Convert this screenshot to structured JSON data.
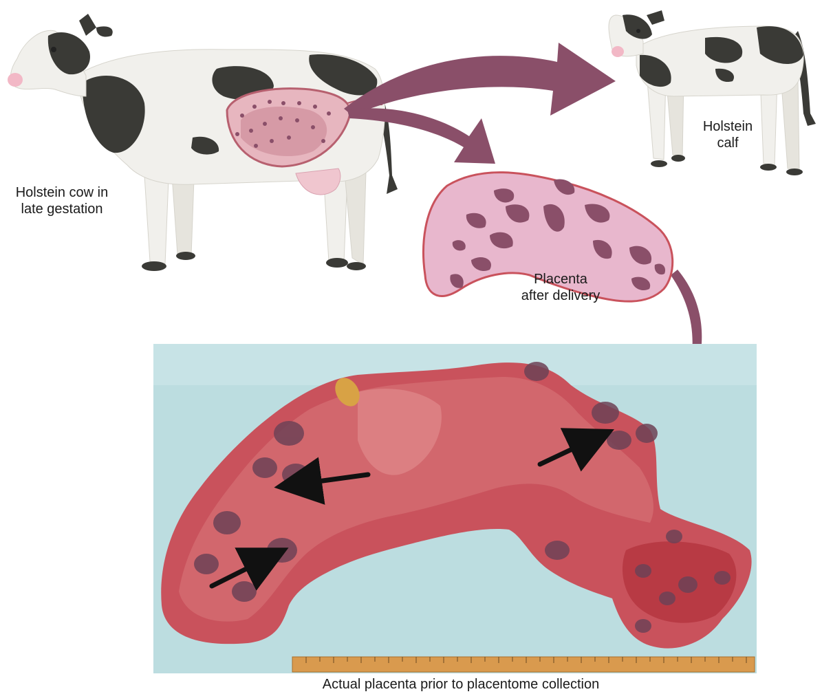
{
  "labels": {
    "cow_line1": "Holstein cow in",
    "cow_line2": "late gestation",
    "calf_line1": "Holstein",
    "calf_line2": "calf",
    "placenta_line1": "Placenta",
    "placenta_line2": "after delivery",
    "photo_caption": "Actual placenta prior to placentome collection"
  },
  "colors": {
    "arrow": "#8a4f69",
    "cow_black": "#3a3a36",
    "cow_white": "#f1f0ec",
    "placenta_fill": "#e8b7cd",
    "placenta_spot": "#8a4f69",
    "tissue": "#c9525c",
    "photo_bg": "#bcdde0"
  },
  "icons": [
    "holstein-cow-illustration",
    "holstein-calf-illustration",
    "placenta-illustration",
    "placenta-photo",
    "ruler"
  ]
}
